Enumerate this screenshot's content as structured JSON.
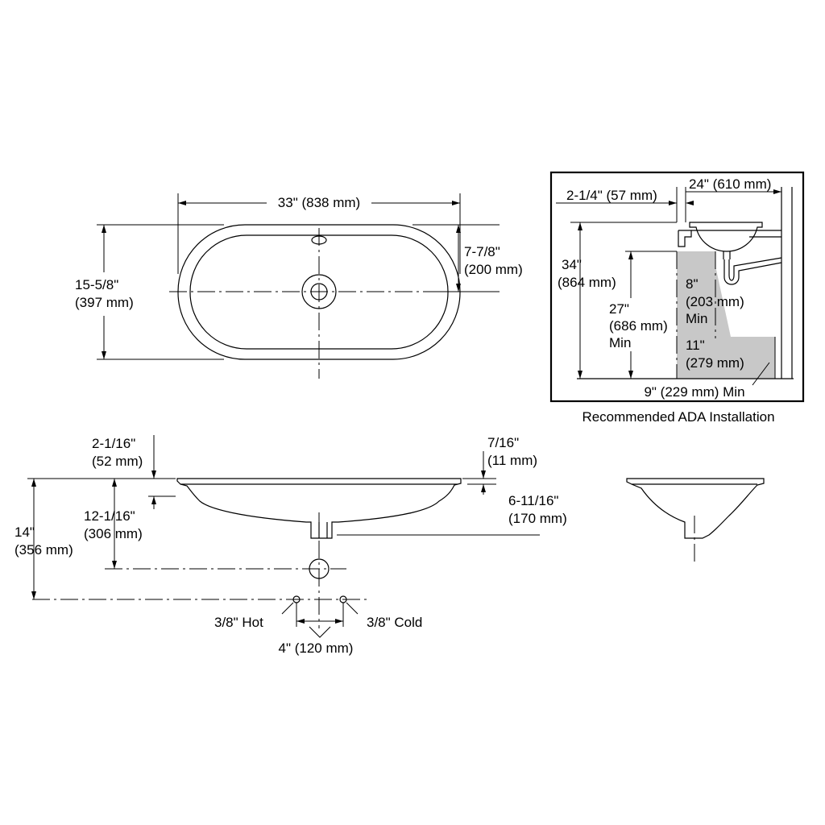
{
  "top_view": {
    "width_dim": "33\" (838 mm)",
    "depth_dim_1": "15-5/8\"",
    "depth_dim_2": "(397 mm)",
    "bowl_dim_1": "7-7/8\"",
    "bowl_dim_2": "(200 mm)"
  },
  "ada": {
    "caption": "Recommended ADA Installation",
    "width": "24\" (610 mm)",
    "setback": "2-1/4\" (57 mm)",
    "height_1": "34\"",
    "height_2": "(864 mm)",
    "knee_1": "27\"",
    "knee_2": "(686 mm)",
    "knee_3": "Min",
    "toe_1": "8\"",
    "toe_2": "(203 mm)",
    "toe_3": "Min",
    "toe_h_1": "11\"",
    "toe_h_2": "(279 mm)",
    "toe_depth": "9\" (229 mm) Min"
  },
  "front_view": {
    "rim_1": "2-1/16\"",
    "rim_2": "(52 mm)",
    "lip_1": "7/16\"",
    "lip_2": "(11 mm)",
    "overall_1": "14\"",
    "overall_2": "(356 mm)",
    "drain_1": "12-1/16\"",
    "drain_2": "(306 mm)",
    "bowl_1": "6-11/16\"",
    "bowl_2": "(170 mm)",
    "hot": "3/8\" Hot",
    "cold": "3/8\" Cold",
    "spacing": "4\" (120 mm)"
  }
}
